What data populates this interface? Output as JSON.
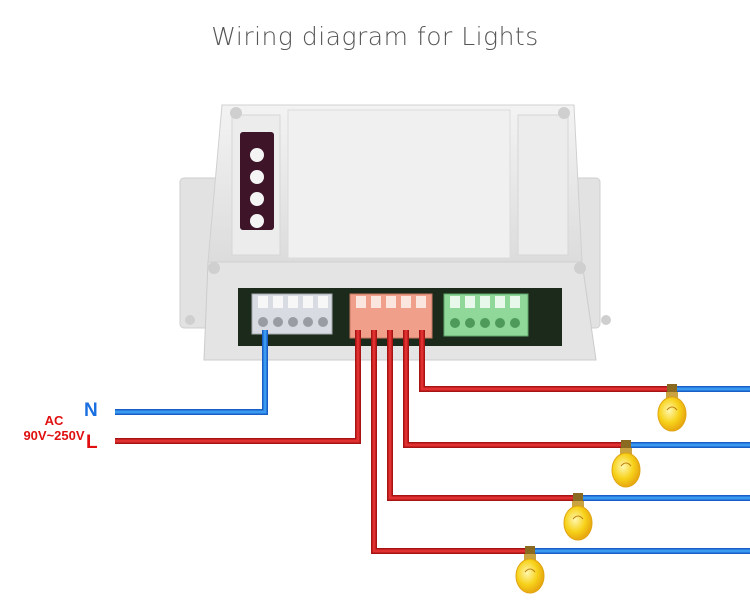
{
  "title": "Wiring diagram for Lights",
  "ac_label": [
    "AC",
    "90V~250V"
  ],
  "terminals": {
    "neutral": "N",
    "live": "L"
  },
  "device": {
    "buttons": 4,
    "relay_channels": 4
  },
  "lights": 4,
  "colors": {
    "neutral_wire": "#2a7fe0",
    "live_wire": "#d42020",
    "housing": "#ebebeb",
    "bulb": "#f7d21a"
  }
}
